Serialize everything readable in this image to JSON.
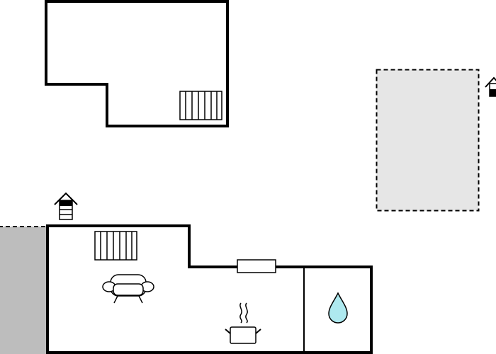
{
  "floor_plan": {
    "rooms": [
      {
        "name": "upper-floor-room",
        "features": [
          "staircase"
        ]
      },
      {
        "name": "ground-floor-living-area",
        "features": [
          "staircase",
          "sofa",
          "cooking-pot",
          "window"
        ]
      },
      {
        "name": "ground-floor-bathroom",
        "features": [
          "water-drop"
        ]
      }
    ],
    "outdoor_areas": [
      {
        "name": "terrace-area",
        "style": "dashed-outline",
        "fill": "#e6e6e6"
      },
      {
        "name": "covered-side-area",
        "style": "dashed-outline",
        "fill": "#bdbdbd"
      }
    ],
    "icons": [
      "house-entrance-icon",
      "house-entrance-icon",
      "staircase-icon",
      "staircase-icon",
      "sofa-icon",
      "cooking-pot-icon",
      "water-drop-icon",
      "window-icon"
    ]
  },
  "colors": {
    "wall": "#000000",
    "terrace_fill": "#e6e6e6",
    "side_area_fill": "#bdbdbd",
    "water": "#aee9ef",
    "background": "#ffffff"
  }
}
